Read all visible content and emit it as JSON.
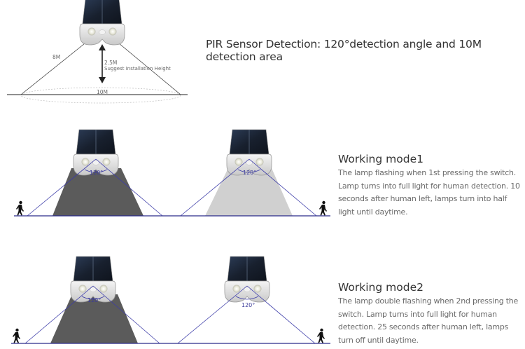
{
  "pir": {
    "title": "PIR Sensor Detection: 120°detection angle and 10M detection area",
    "slant_label": "8M",
    "height_value": "2.5M",
    "height_caption": "Suggest Installation Height",
    "width_label": "10M"
  },
  "modes": [
    {
      "title": "Working mode1",
      "description": "The lamp flashing when 1st    pressing the switch. Lamp turns into full light for human detection. 10 seconds after human left, lamps turn into half light until daytime.",
      "angle_left": "120°",
      "angle_right": "120°",
      "left_beam": "full light",
      "right_beam": "half light"
    },
    {
      "title": "Working mode2",
      "description": "The lamp double flashing when 2nd pressing the switch. Lamp turns into full light for human detection. 25 seconds after human left, lamps turn off until daytime.",
      "angle_left": "120°",
      "angle_right": "120°",
      "left_beam": "full light",
      "right_beam": "off"
    }
  ],
  "colors": {
    "detection_line": "#3b3ba8",
    "ground_line": "#2a2a8a",
    "full_light": "#5a5a5a",
    "half_light": "#cfcfcf",
    "solar_panel": "#1f2a3a",
    "lamp_body": "#e4e4e4"
  }
}
